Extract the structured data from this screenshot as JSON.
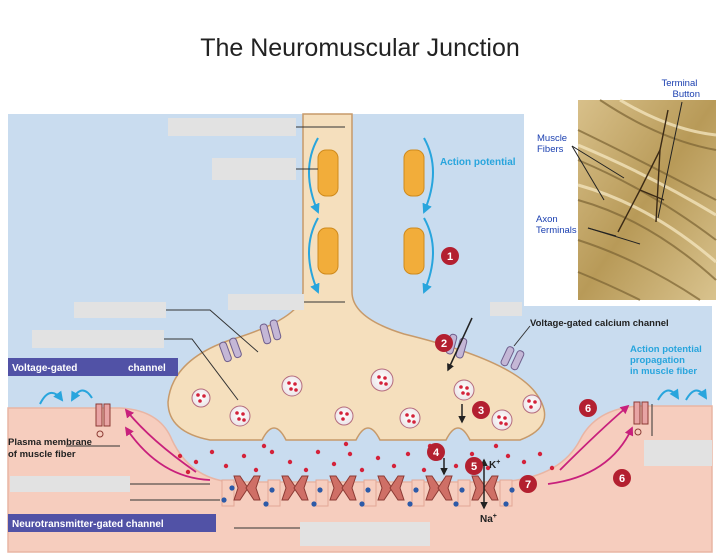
{
  "title": "The Neuromuscular Junction",
  "labels": {
    "action_potential": "Action potential",
    "voltage_gated_calcium_channel": "Voltage-gated calcium channel",
    "action_potential_propagation": [
      "Action potential",
      "propagation",
      "in muscle fiber"
    ],
    "voltage_gated_channel_left": "Voltage-gated",
    "voltage_gated_channel_right": "channel",
    "plasma_membrane": [
      "Plasma membrane",
      "of muscle fiber"
    ],
    "neurotransmitter_gated_channel": "Neurotransmitter-gated channel",
    "k_ion": "K",
    "na_ion": "Na",
    "ion_charge": "+"
  },
  "micrograph": {
    "terminal_button": [
      "Terminal",
      "Button"
    ],
    "muscle_fibers": [
      "Muscle",
      "Fibers"
    ],
    "axon_terminals": [
      "Axon",
      "Terminals"
    ]
  },
  "steps": [
    "1",
    "2",
    "3",
    "4",
    "5",
    "6",
    "6",
    "7"
  ],
  "colors": {
    "extracellular": "#c9dcef",
    "axon": "#f5dfbd",
    "myelin": "#f2ad3a",
    "muscle": "#f6cdbe",
    "step_badge": "#b32030",
    "label_bar": "#5152a6",
    "accent_cyan": "#28a5dd",
    "ach_dot": "#d4223a"
  }
}
